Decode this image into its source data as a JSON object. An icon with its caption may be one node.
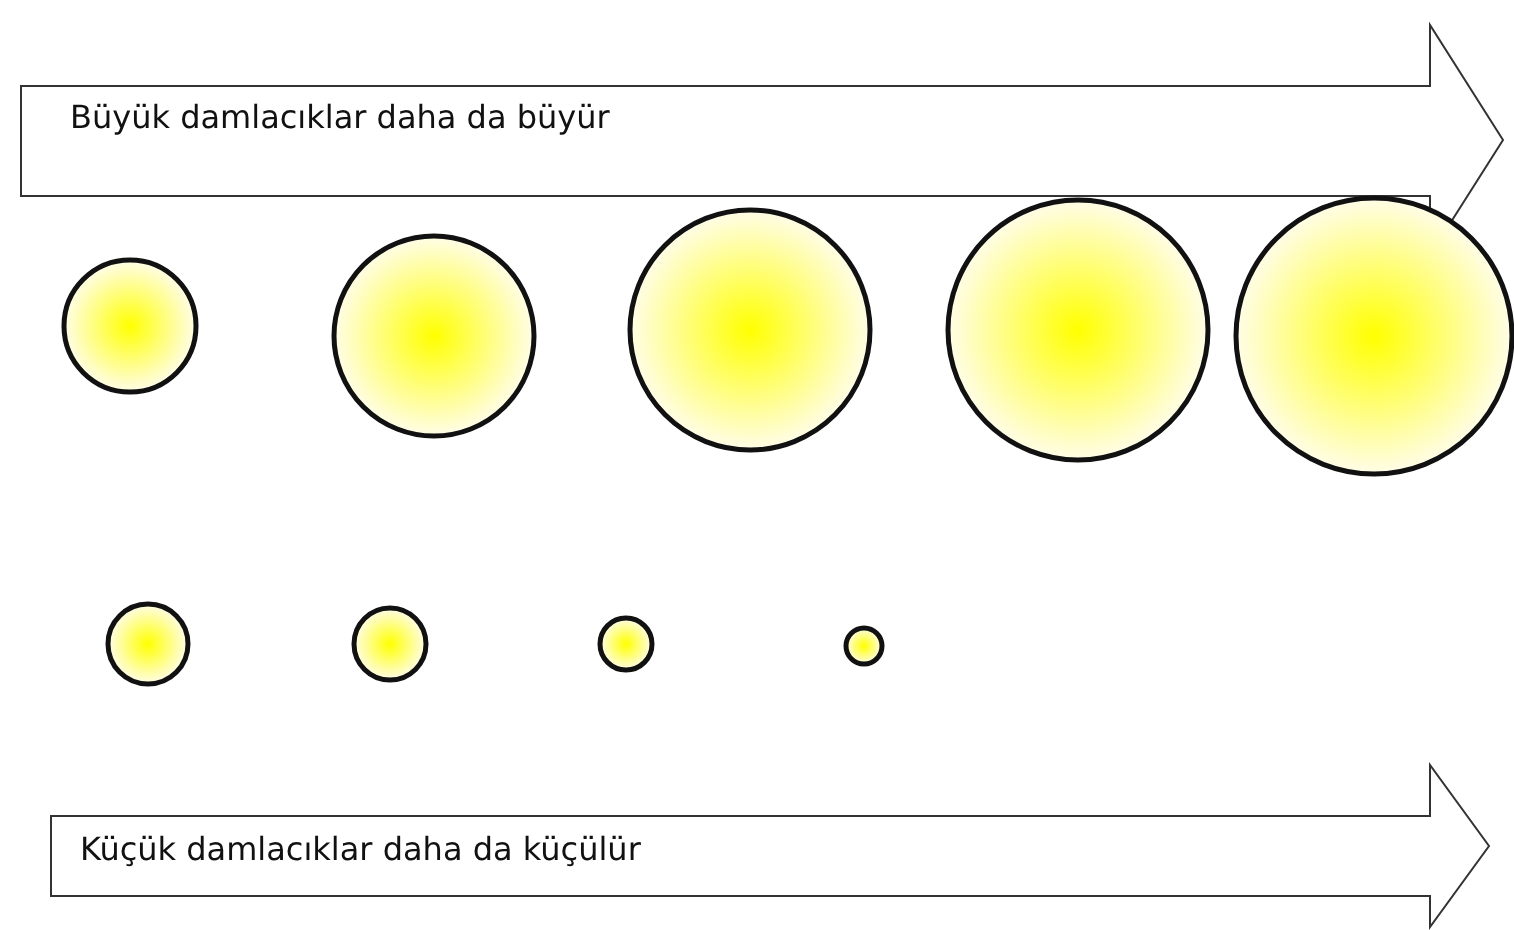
{
  "diagram": {
    "nodes": [
      {
        "text": [
          "Büyük damlacıklar daha da büyür"
        ]
      },
      {
        "text": [],
        "shape": "circle"
      },
      {
        "text": [],
        "shape": "circle"
      },
      {
        "text": [],
        "shape": "circle"
      },
      {
        "text": [],
        "shape": "circle"
      },
      {
        "text": [],
        "shape": "circle"
      },
      {
        "text": [],
        "shape": "circle"
      },
      {
        "text": [],
        "shape": "circle"
      },
      {
        "text": [],
        "shape": "circle"
      },
      {
        "text": [],
        "shape": "circle"
      },
      {
        "text": [
          "Küçük damlacıklar daha da küçülür"
        ]
      }
    ]
  }
}
